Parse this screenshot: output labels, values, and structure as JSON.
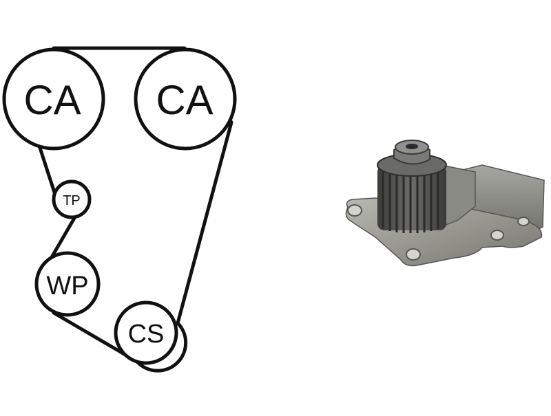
{
  "diagram": {
    "pulleys": [
      {
        "key": "ca1",
        "label": "CA"
      },
      {
        "key": "ca2",
        "label": "CA"
      },
      {
        "key": "tp",
        "label": "TP"
      },
      {
        "key": "wp",
        "label": "WP"
      },
      {
        "key": "cs",
        "label": "CS"
      }
    ]
  },
  "colors": {
    "line": "#111111",
    "pump_body": "#8c8c88",
    "pump_shadow": "#5e5e5a",
    "pump_light": "#b4b4ae",
    "gear": "#4a4a48",
    "gear_light": "#707070"
  }
}
